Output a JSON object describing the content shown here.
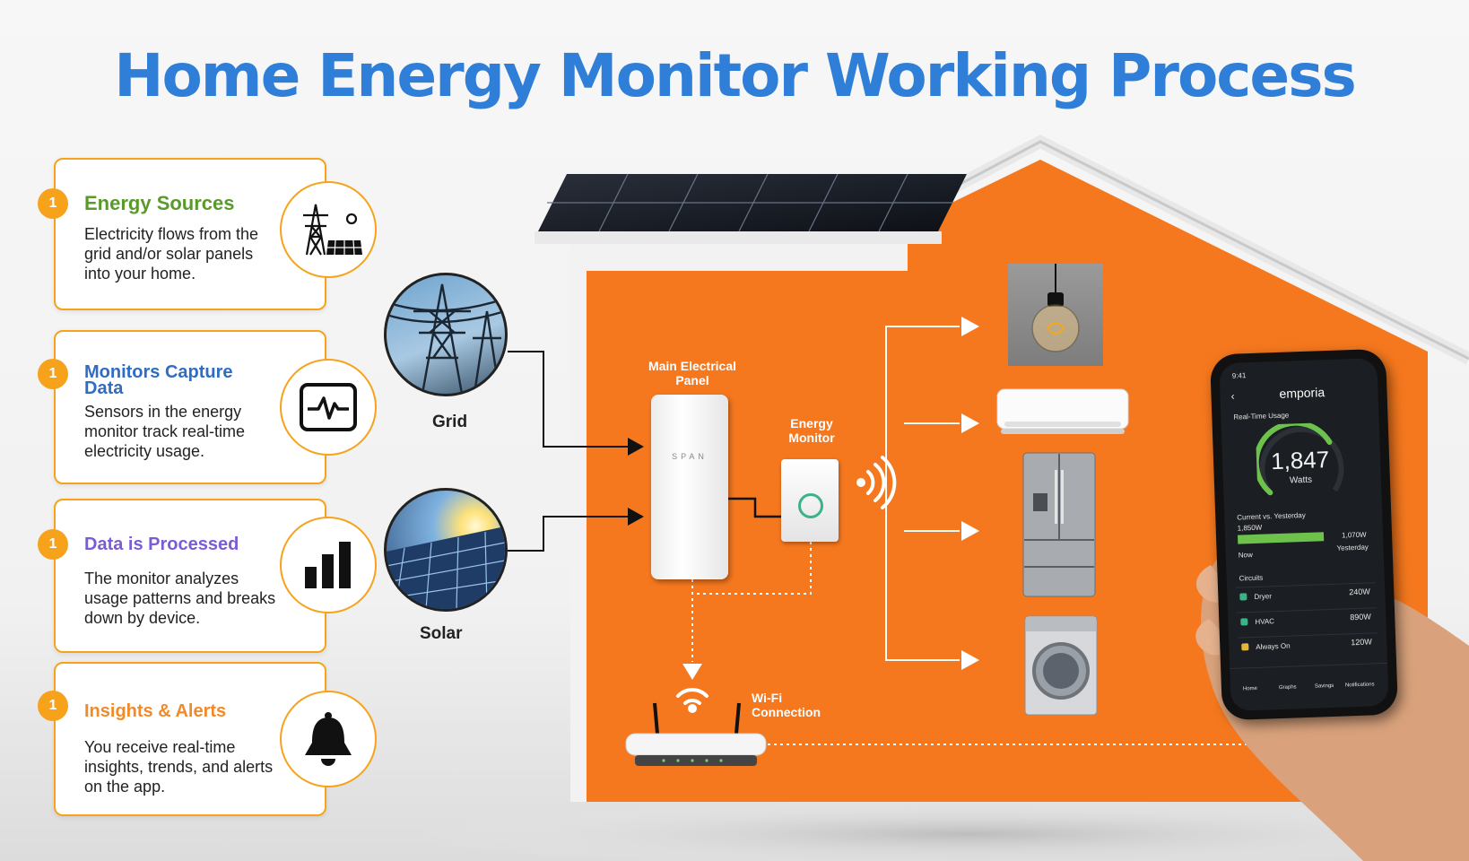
{
  "title": "Home Energy Monitor Working Process",
  "colors": {
    "title": "#2f7ed8",
    "accent_orange": "#f7a21b",
    "house_orange": "#f5781e",
    "step1": "#5a9a2a",
    "step2": "#2f6dc4",
    "step3": "#7b5bd6",
    "step4": "#f08a2a"
  },
  "steps": [
    {
      "badge": "1",
      "title": "Energy Sources",
      "description": "Electricity flows from the grid and/or solar panels into your home.",
      "icon": "power-tower-solar-icon"
    },
    {
      "badge": "1",
      "title": "Monitors Capture Data",
      "description": "Sensors in the energy monitor track real-time electricity usage.",
      "icon": "heartbeat-monitor-icon"
    },
    {
      "badge": "1",
      "title": "Data is Processed",
      "description": "The monitor analyzes usage patterns and breaks down by device.",
      "icon": "bar-chart-icon"
    },
    {
      "badge": "1",
      "title": "Insights & Alerts",
      "description": "You receive real-time insights, trends, and alerts on the app.",
      "icon": "bell-icon"
    }
  ],
  "sources": {
    "grid": "Grid",
    "solar": "Solar"
  },
  "labels": {
    "main_panel": "Main Electrical Panel",
    "panel_brand": "SPAN",
    "energy_monitor": "Energy Monitor",
    "wifi": "Wi-Fi Connection"
  },
  "appliances": [
    "light-bulb",
    "air-conditioner",
    "refrigerator",
    "washing-machine"
  ],
  "app": {
    "time": "9:41",
    "name": "emporia",
    "section": "Real-Time Usage",
    "value": "1,847",
    "unit": "Watts",
    "compare_title": "Current vs. Yesterday",
    "now_value": "1,850W",
    "yesterday_value": "1,070W",
    "now_label": "Now",
    "yesterday_label": "Yesterday",
    "circuits_title": "Circuits",
    "circuits": [
      {
        "name": "Dryer",
        "value": "240W"
      },
      {
        "name": "HVAC",
        "value": "890W"
      },
      {
        "name": "Always On",
        "value": "120W"
      }
    ],
    "nav": [
      "Home",
      "Graphs",
      "Savings",
      "Notifications"
    ]
  }
}
